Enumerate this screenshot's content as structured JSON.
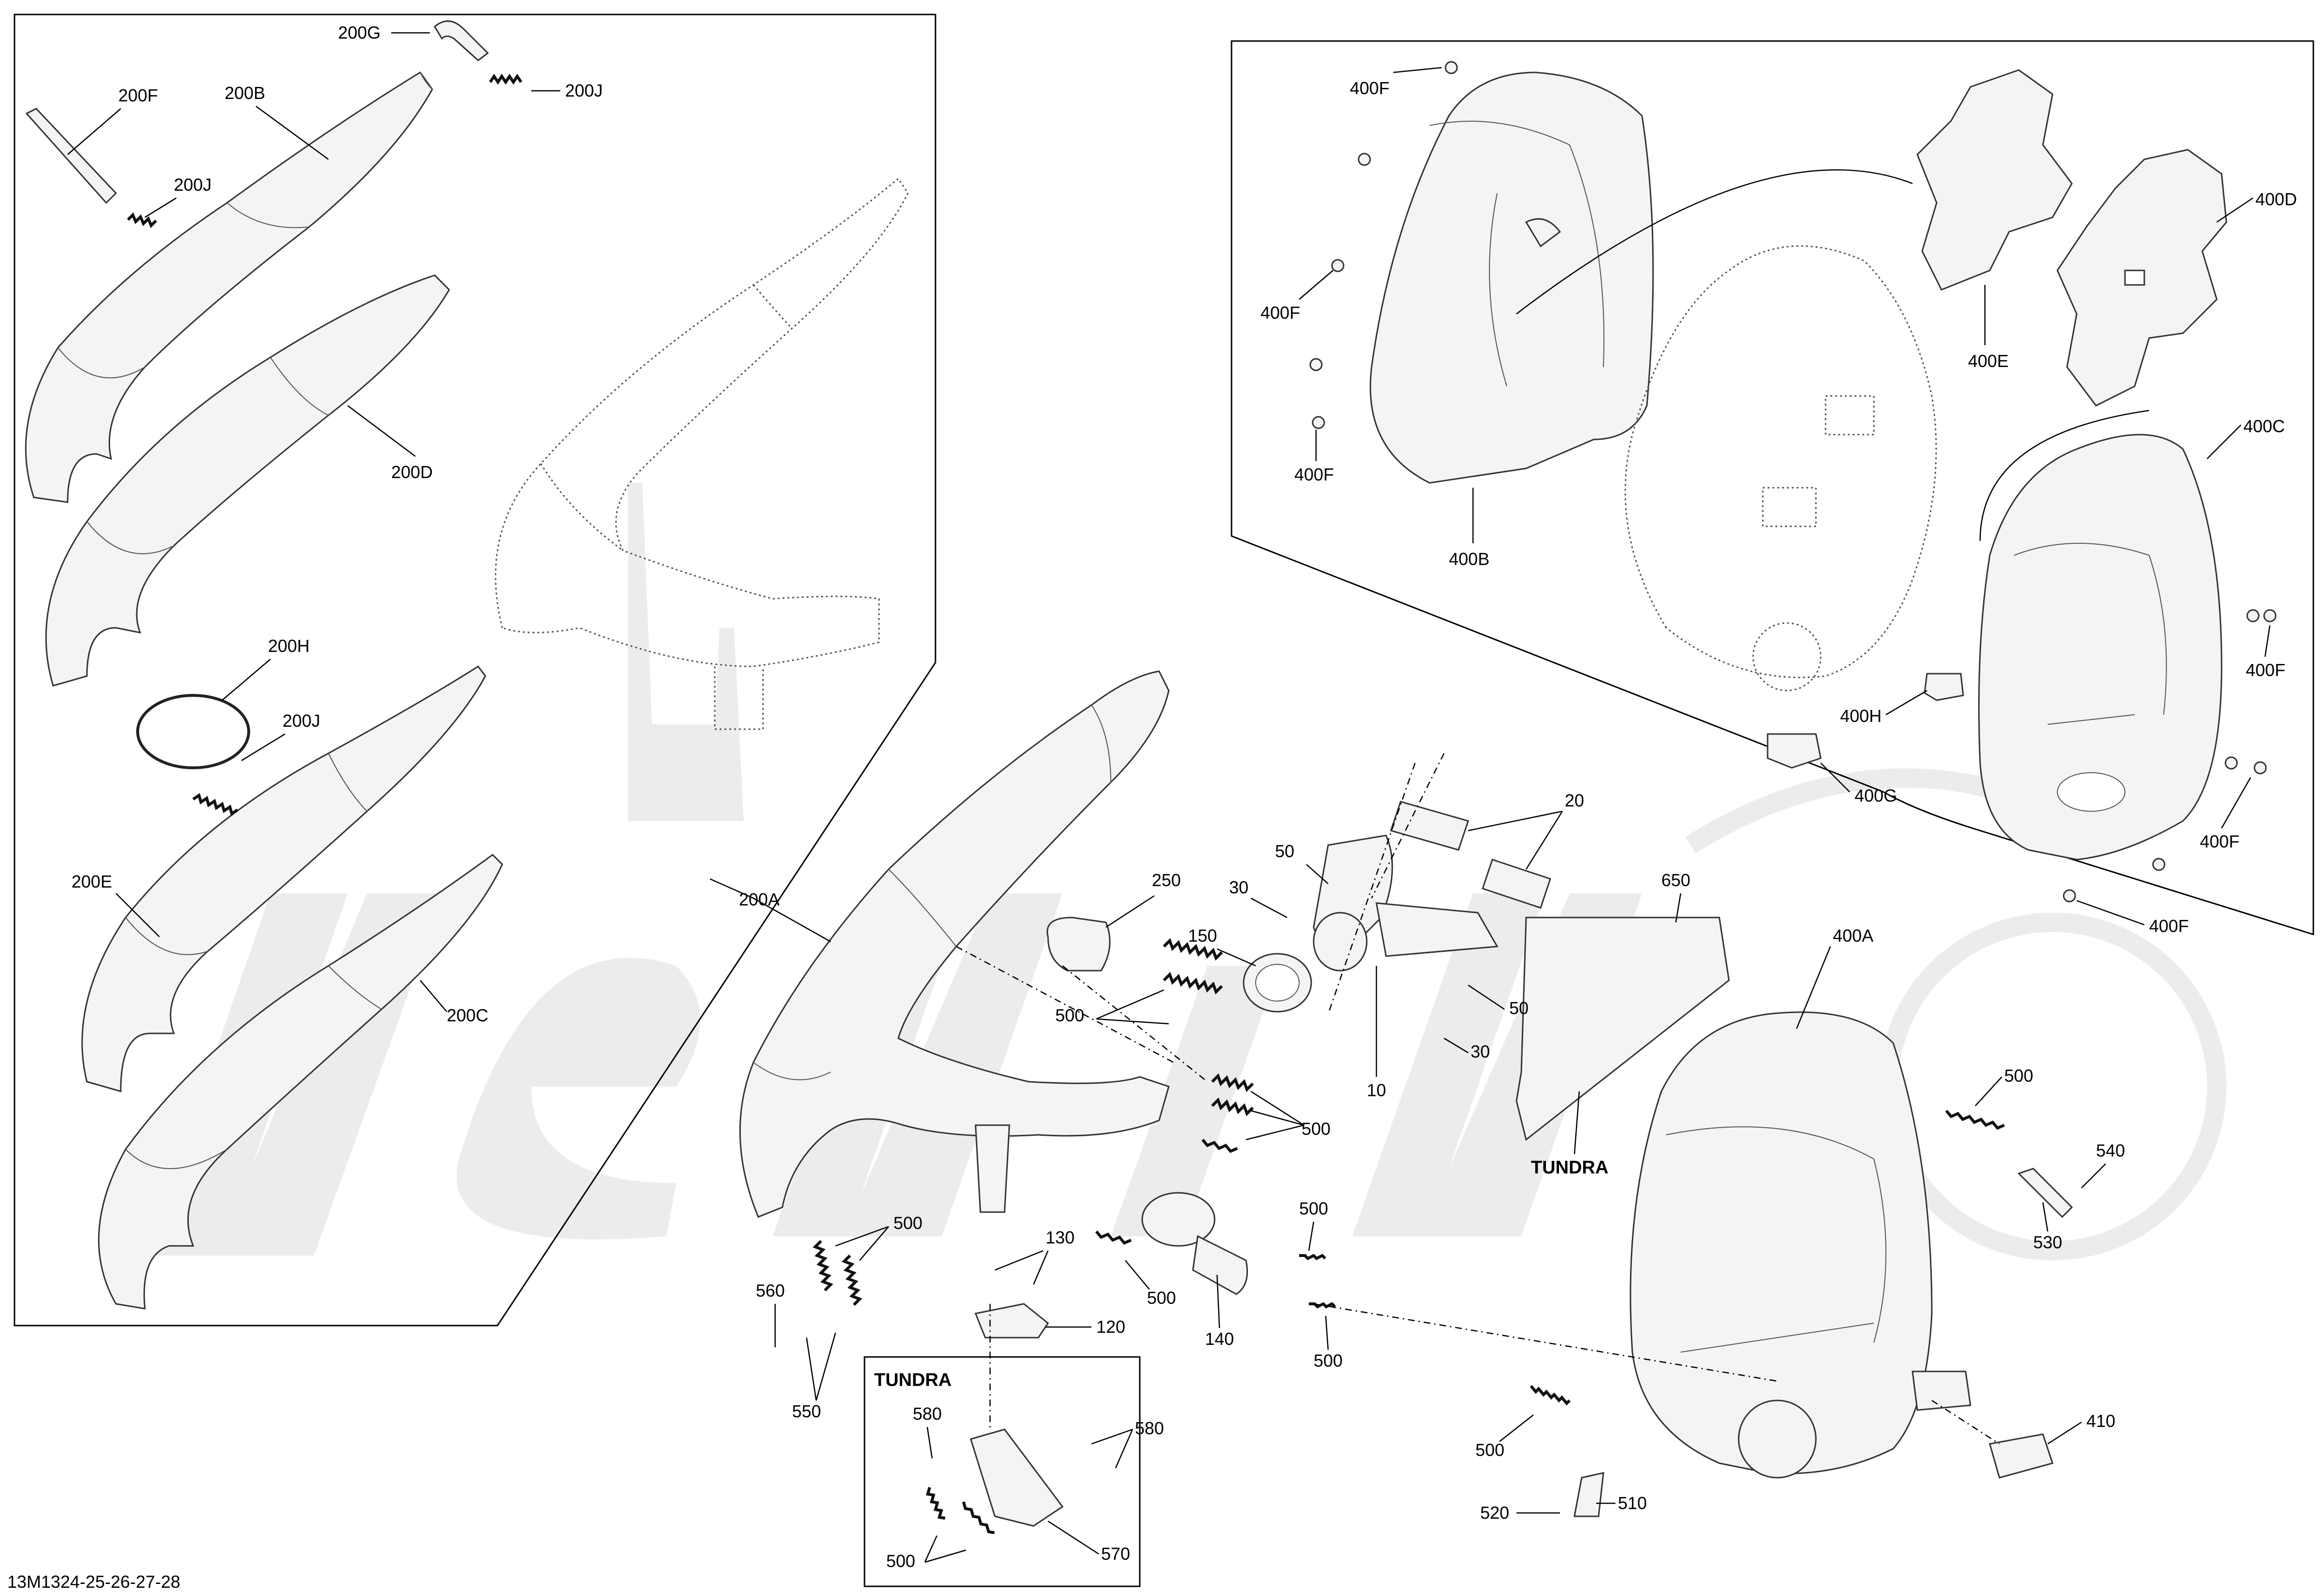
{
  "diagram_id": "13M1324-25-26-27-28",
  "callouts": {
    "c200G": "200G",
    "c200J_top": "200J",
    "c200F": "200F",
    "c200B": "200B",
    "c200J_mid": "200J",
    "c200D": "200D",
    "c200H": "200H",
    "c200J_low": "200J",
    "c200E": "200E",
    "c200C": "200C",
    "c200A": "200A",
    "c400F_1": "400F",
    "c400F_2": "400F",
    "c400F_3": "400F",
    "c400B": "400B",
    "c400E": "400E",
    "c400D": "400D",
    "c400C": "400C",
    "c400F_4": "400F",
    "c400F_5": "400F",
    "c400F_6": "400F",
    "c400H": "400H",
    "c400G": "400G",
    "c400A": "400A",
    "c20": "20",
    "c50_a": "50",
    "c30_a": "30",
    "c250": "250",
    "c150": "150",
    "c500_a": "500",
    "c50_b": "50",
    "c30_b": "30",
    "c10": "10",
    "c500_b": "500",
    "c650": "650",
    "c500_c": "500",
    "c540": "540",
    "c530": "530",
    "c500_d": "500",
    "c560": "560",
    "c130": "130",
    "c120": "120",
    "c500_e": "500",
    "c140": "140",
    "c500_f": "500",
    "c500_g": "500",
    "c550": "550",
    "c580_a": "580",
    "c580_b": "580",
    "c500_h": "500",
    "c570": "570",
    "c500_i": "500",
    "c520": "520",
    "c510": "510",
    "c410": "410"
  },
  "notes": {
    "tundra_main": "TUNDRA",
    "tundra_box": "TUNDRA"
  }
}
